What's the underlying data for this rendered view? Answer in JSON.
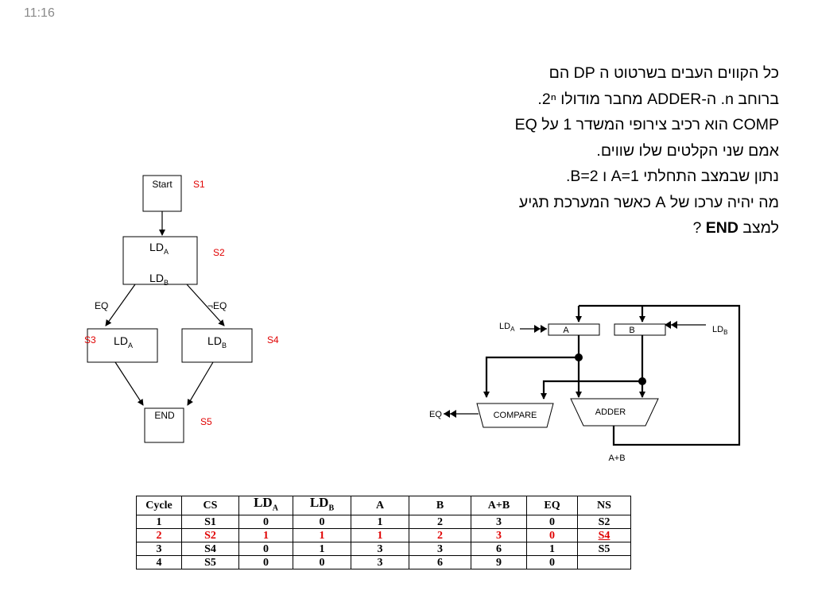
{
  "slide_number": "11:16",
  "question": {
    "lines": [
      "כל הקווים העבים בשרטוט ה DP הם",
      "ברוחב n. ה-ADDER מחבר מודולו 2ⁿ.",
      "COMP הוא רכיב צירופי המשדר 1 על EQ",
      "אמם שני הקלטים שלו שווים.",
      "נתון שבמצב התחלתי A=1 ו B=2.",
      "מה יהיה ערכו של A כאשר המערכת תגיע"
    ],
    "last_line_prefix": "למצב ",
    "last_line_bold": "END",
    "last_line_suffix": " ?"
  },
  "state_machine": {
    "start": "Start",
    "s1": "S1",
    "ld_prefix": "LD",
    "sub_a": "A",
    "sub_b": "B",
    "s2": "S2",
    "eq_left": "EQ",
    "eq_right": "¬EQ",
    "s3": "S3",
    "s4": "S4",
    "end": "END",
    "s5": "S5"
  },
  "datapath": {
    "ld_prefix": "LD",
    "sub_a": "A",
    "sub_b": "B",
    "reg_a": "A",
    "reg_b": "B",
    "compare": "COMPARE",
    "adder": "ADDER",
    "eq_out": "EQ",
    "sum": "A+B"
  },
  "table": {
    "headers": {
      "cycle": "Cycle",
      "cs": "CS",
      "lda_main": "LD",
      "lda_sub": "A",
      "ldb_main": "LD",
      "ldb_sub": "B",
      "a": "A",
      "b": "B",
      "aplusb": "A+B",
      "eq": "EQ",
      "ns": "NS"
    },
    "rows": [
      [
        "1",
        "S1",
        "0",
        "0",
        "1",
        "2",
        "3",
        "0",
        "S2"
      ],
      [
        "2",
        "S2",
        "1",
        "1",
        "1",
        "2",
        "3",
        "0",
        "S4"
      ],
      [
        "3",
        "S4",
        "0",
        "1",
        "3",
        "3",
        "6",
        "1",
        "S5"
      ],
      [
        "4",
        "S5",
        "0",
        "0",
        "3",
        "6",
        "9",
        "0",
        ""
      ]
    ],
    "highlight_row": 1,
    "highlight_color": "#e00000"
  },
  "colors": {
    "state_label": "#e00000",
    "slide_number": "#8a8a8a"
  }
}
